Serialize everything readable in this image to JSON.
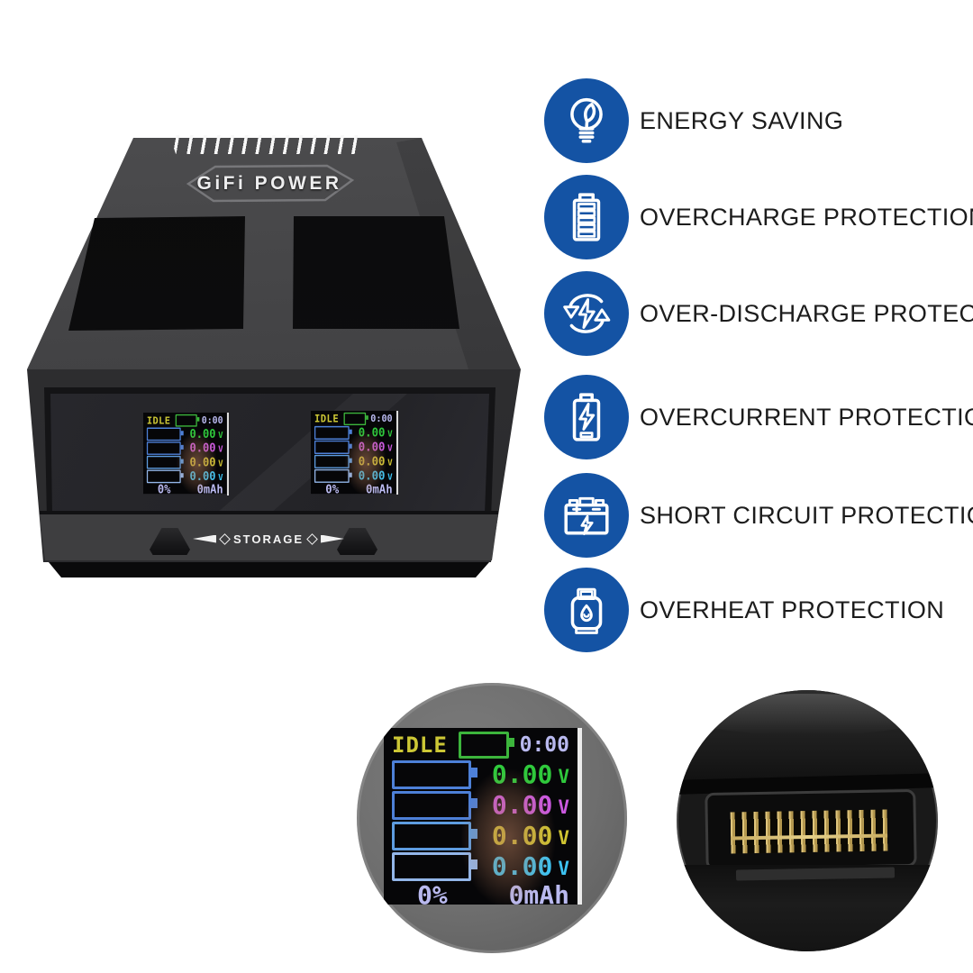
{
  "device": {
    "brand": "GiFi POWER",
    "storage_label": "STORAGE"
  },
  "lcd": {
    "status": "IDLE",
    "time": "0:00",
    "voltages": [
      {
        "value": "0.00",
        "unit": "V",
        "color": "#2fc93c"
      },
      {
        "value": "0.00",
        "unit": "V",
        "color": "#cb59e0"
      },
      {
        "value": "0.00",
        "unit": "V",
        "color": "#cfc431"
      },
      {
        "value": "0.00",
        "unit": "V",
        "color": "#3dc3f2"
      }
    ],
    "percent": "0%",
    "capacity": "0mAh"
  },
  "features": [
    {
      "icon": "lightbulb-leaf-icon",
      "label": "ENERGY SAVING"
    },
    {
      "icon": "battery-full-icon",
      "label": "OVERCHARGE PROTECTION"
    },
    {
      "icon": "cycle-bolt-icon",
      "label": "OVER-DISCHARGE PROTECTION"
    },
    {
      "icon": "battery-bolt-icon",
      "label": "OVERCURRENT PROTECTION"
    },
    {
      "icon": "car-battery-bolt-icon",
      "label": "SHORT CIRCUIT PROTECTION"
    },
    {
      "icon": "gas-tank-flame-icon",
      "label": "OVERHEAT PROTECTION"
    }
  ],
  "colors": {
    "feature_badge_blue": "#1453a4",
    "feature_label_text": "#1c1c1c",
    "lcd_status_yellow": "#ccc735",
    "lcd_time_lavender": "#b9b9ef",
    "lcd_battery_blue": "#4d80d8",
    "lcd_head_battery_green": "#3cb53c",
    "pin_gold": "#c3a352",
    "body_gray": "#3a3a3c"
  }
}
